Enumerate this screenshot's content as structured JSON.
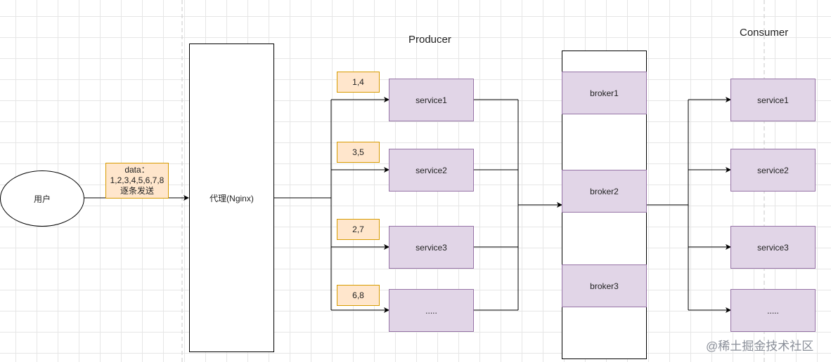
{
  "user": {
    "label": "用户"
  },
  "data_note": {
    "line1": "data：",
    "line2": "1,2,3,4,5,6,7,8",
    "line3": "逐条发送"
  },
  "proxy": {
    "label": "代理(Nginx)"
  },
  "producer": {
    "title": "Producer",
    "services": [
      {
        "label": "service1",
        "data": "1,4"
      },
      {
        "label": "service2",
        "data": "3,5"
      },
      {
        "label": "service3",
        "data": "2,7"
      },
      {
        "label": ".....",
        "data": "6,8"
      }
    ]
  },
  "brokers": [
    {
      "label": "broker1"
    },
    {
      "label": "broker2"
    },
    {
      "label": "broker3"
    }
  ],
  "consumer": {
    "title": "Consumer",
    "services": [
      {
        "label": "service1"
      },
      {
        "label": "service2"
      },
      {
        "label": "service3"
      },
      {
        "label": "....."
      }
    ]
  },
  "watermark": "@稀土掘金技术社区",
  "colors": {
    "purple_fill": "#e1d5e7",
    "purple_stroke": "#9673a6",
    "orange_fill": "#ffe6cc",
    "orange_stroke": "#d79b00"
  }
}
